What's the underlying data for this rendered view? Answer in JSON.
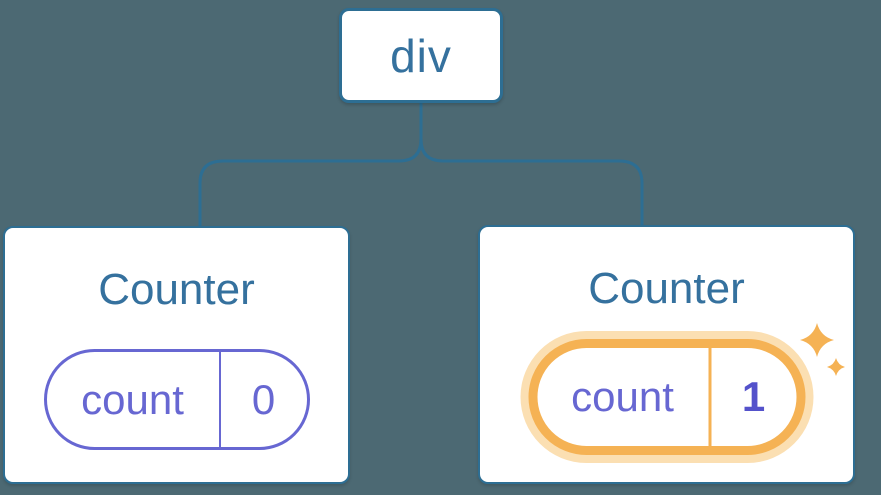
{
  "tree": {
    "root": {
      "label": "div"
    },
    "children": [
      {
        "title": "Counter",
        "state_key": "count",
        "state_value": "0",
        "highlighted": false
      },
      {
        "title": "Counter",
        "state_key": "count",
        "state_value": "1",
        "highlighted": true
      }
    ]
  },
  "icons": {
    "sparkles": "sparkles-icon"
  },
  "colors": {
    "background": "#4C6973",
    "node_border": "#2D6E93",
    "node_text": "#35719E",
    "state_purple": "#6767D2",
    "state_value_bold": "#5452CB",
    "highlight_orange": "#F5B254",
    "highlight_glow": "#FBDFB2",
    "card_background": "#FFFFFF"
  }
}
